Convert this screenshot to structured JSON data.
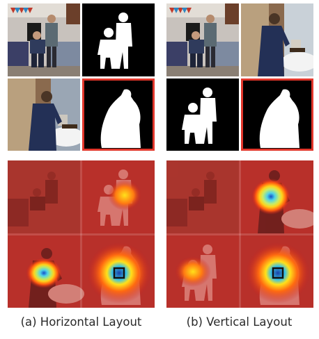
{
  "figure": {
    "captions": {
      "left": "(a) Horizontal Layout",
      "right": "(b) Vertical Layout"
    },
    "colors": {
      "highlight": "#e2362b",
      "heatmap_low": "#d02020",
      "heatmap_mid": "#ffd21a",
      "heatmap_high": "#1e6fd6",
      "mask_fg": "#ffffff",
      "mask_bg": "#000000"
    },
    "layouts": [
      {
        "name": "horizontal",
        "tiles": [
          "photo-group-seated",
          "mask-group-seated",
          "photo-woman-standing",
          "mask-woman-standing"
        ],
        "highlighted_tile": 3
      },
      {
        "name": "vertical",
        "tiles": [
          "photo-group-seated",
          "photo-woman-standing",
          "mask-group-seated",
          "mask-woman-standing"
        ],
        "highlighted_tile": 3
      }
    ]
  }
}
